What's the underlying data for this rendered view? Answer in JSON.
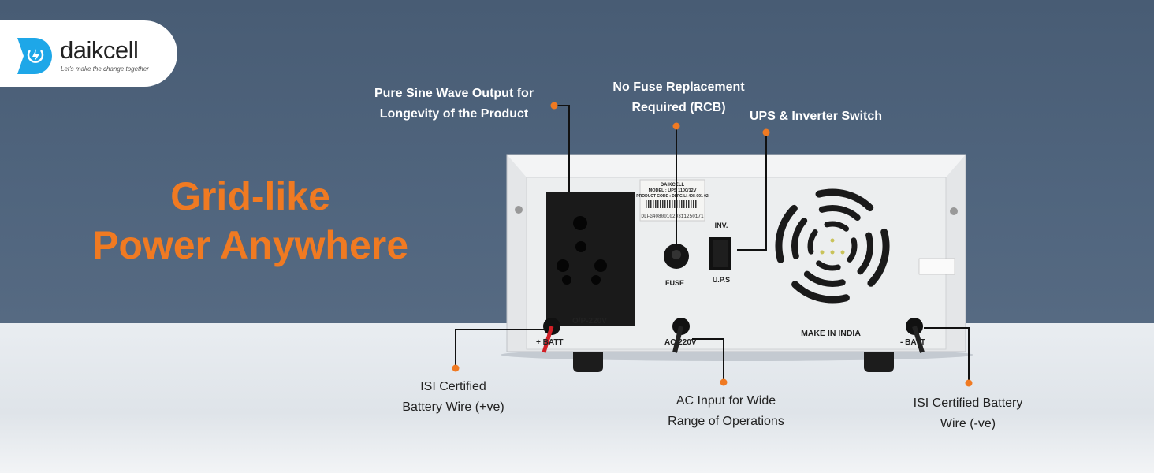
{
  "brand": {
    "name": "daikcell",
    "tagline": "Let's make the change together"
  },
  "headline": {
    "line1": "Grid-like",
    "line2": "Power Anywhere"
  },
  "callouts": {
    "sine_wave": {
      "line1": "Pure Sine Wave Output for",
      "line2": "Longevity of the Product"
    },
    "no_fuse": {
      "line1": "No Fuse Replacement",
      "line2": "Required (RCB)"
    },
    "switch": {
      "line1": "UPS & Inverter Switch"
    },
    "battery_pos": {
      "line1": "ISI Certified",
      "line2": "Battery Wire (+ve)"
    },
    "ac_input": {
      "line1": "AC Input for Wide",
      "line2": "Range of Operations"
    },
    "battery_neg": {
      "line1": "ISI Certified Battery",
      "line2": "Wire (-ve)"
    }
  },
  "product_labels": {
    "sticker_brand": "DAIKCELL",
    "model": "MODEL : UPS 1100/12V",
    "product_code": "PRODUCT CODE : DLFG LI-408-001 02",
    "serial": "DLFG408001020311250171",
    "inv": "INV.",
    "ups": "U.P.S",
    "fuse": "FUSE",
    "output": "O/P-220V",
    "batt_pos": "+ BATT",
    "ac": "AC 220V",
    "made": "MAKE IN INDIA",
    "batt_neg": "- BATT"
  },
  "colors": {
    "accent": "#f07a22",
    "background": "#4c617a"
  }
}
